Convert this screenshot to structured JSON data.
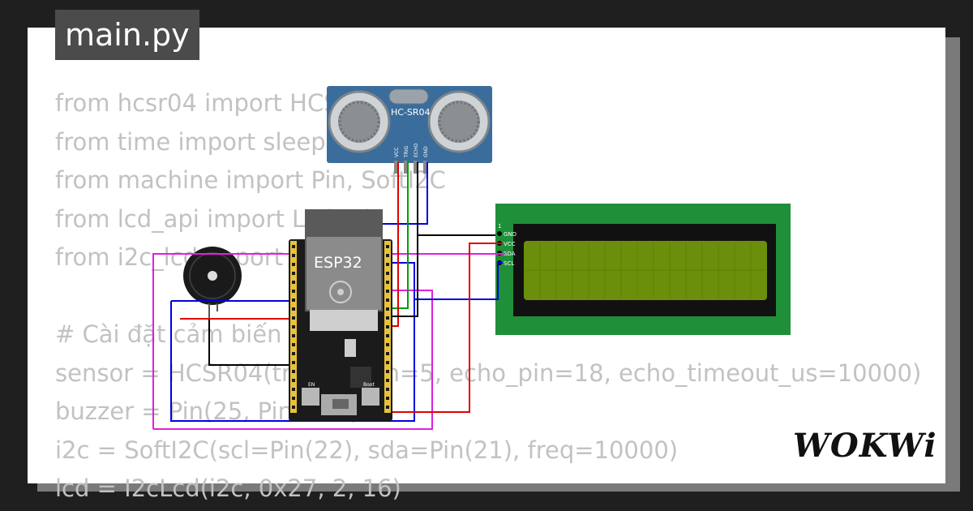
{
  "tab": {
    "filename": "main.py"
  },
  "code": {
    "lines": [
      "from hcsr04 import HCSR04",
      "from time import sleep",
      "from machine import Pin, SoftI2C",
      "from lcd_api import LcdApi",
      "from i2c_lcd import I2cLcd",
      "",
      "# Cài đặt cảm biến",
      "sensor = HCSR04(trigger_pin=5, echo_pin=18, echo_timeout_us=10000)",
      "buzzer = Pin(25, Pin.OUT)",
      "i2c = SoftI2C(scl=Pin(22), sda=Pin(21), freq=10000)",
      "lcd = I2cLcd(i2c, 0x27, 2, 16)"
    ]
  },
  "sensor": {
    "label": "HC-SR04",
    "pins": [
      "VCC",
      "TRIG",
      "ECHO",
      "GND"
    ]
  },
  "board": {
    "label": "ESP32",
    "buttons": [
      "EN",
      "Boot"
    ]
  },
  "lcd": {
    "pin1": "1",
    "pins": [
      "GND",
      "VCC",
      "SDA",
      "SCL"
    ]
  },
  "brand": {
    "logo": "WOKWi"
  },
  "colors": {
    "wire_red": "#e00000",
    "wire_black": "#000000",
    "wire_green": "#00a000",
    "wire_blue": "#0000e0",
    "wire_magenta": "#e020e0",
    "lcd_board": "#1f8f3a",
    "lcd_screen": "#6b8f0a",
    "sensor_board": "#3a6d9c"
  }
}
